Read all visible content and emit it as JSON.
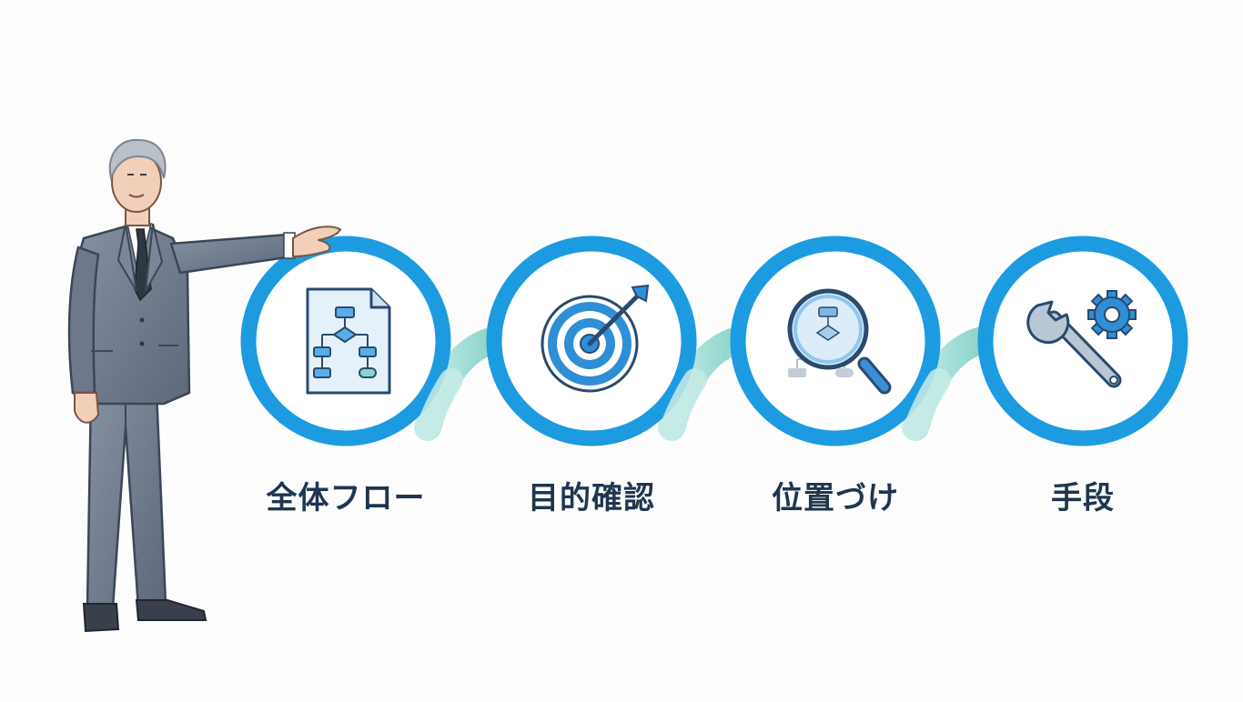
{
  "steps": [
    {
      "label": "全体フロー",
      "icon": "flowchart-document-icon"
    },
    {
      "label": "目的確認",
      "icon": "target-arrow-icon"
    },
    {
      "label": "位置づけ",
      "icon": "magnifier-flowchart-icon"
    },
    {
      "label": "手段",
      "icon": "wrench-gear-icon"
    }
  ],
  "colors": {
    "ring": "#1c9be0",
    "arrow": "#82cfc8",
    "label": "#1f3550",
    "suit": "#6f7b8d"
  }
}
